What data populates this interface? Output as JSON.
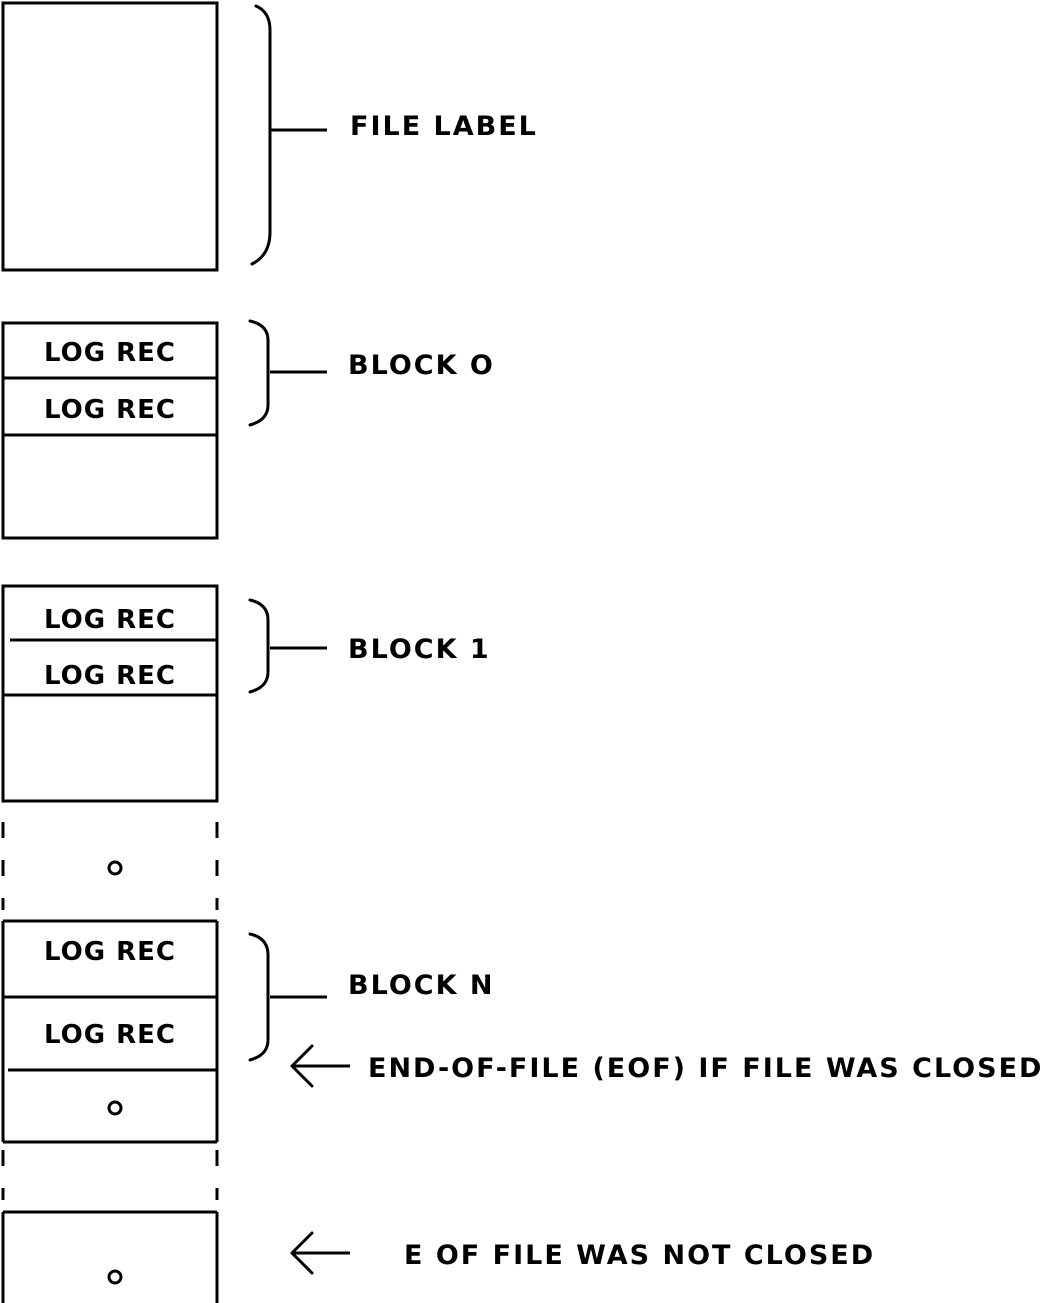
{
  "labels": {
    "file_label": "FILE LABEL",
    "block0": "BLOCK O",
    "block1": "BLOCK 1",
    "blockn": "BLOCK N",
    "eof_closed": "END-OF-FILE (EOF) IF FILE WAS CLOSED",
    "eof_not_closed": "E OF FILE WAS NOT CLOSED"
  },
  "record_label": "LOG REC",
  "colors": {
    "ink": "#000000",
    "paper": "#ffffff"
  }
}
